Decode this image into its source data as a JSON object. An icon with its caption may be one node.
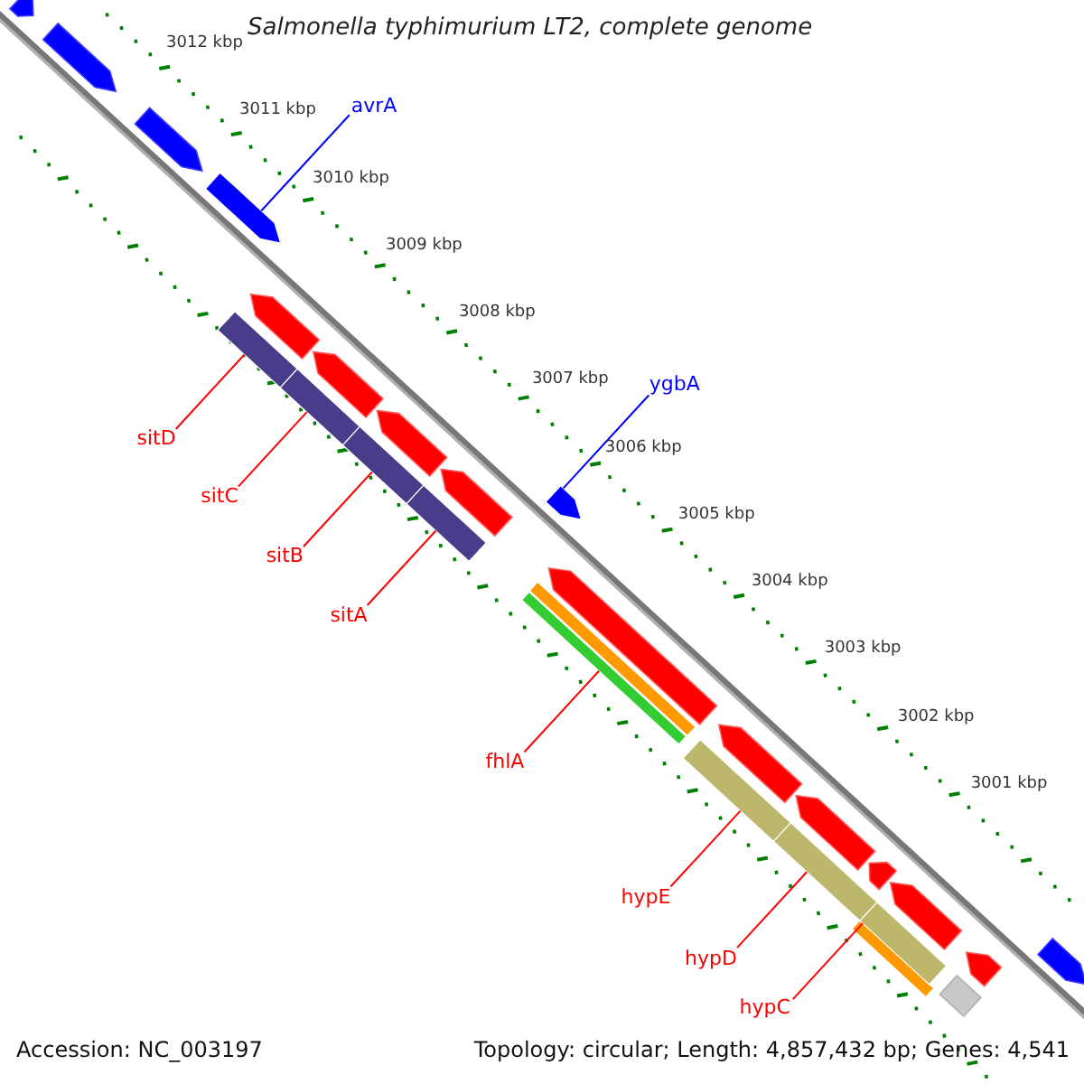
{
  "diagram": {
    "title": "Salmonella typhimurium LT2, complete genome",
    "nodes": [
      {
        "text": [
          "avrA"
        ]
      },
      {
        "text": [
          "ygbA"
        ]
      },
      {
        "text": [
          "sitD"
        ]
      },
      {
        "text": [
          "sitC"
        ]
      },
      {
        "text": [
          "sitB"
        ]
      },
      {
        "text": [
          "sitA"
        ]
      },
      {
        "text": [
          "fhlA"
        ]
      },
      {
        "text": [
          "hypE"
        ]
      },
      {
        "text": [
          "hypD"
        ]
      },
      {
        "text": [
          "hypC"
        ]
      },
      {
        "text": [],
        "shape": "arrow"
      },
      {
        "text": [],
        "shape": "arrow"
      },
      {
        "text": [],
        "shape": "bar"
      },
      {
        "text": [],
        "shape": "bar"
      },
      {
        "text": [],
        "shape": "bar"
      },
      {
        "text": [],
        "shape": "bar"
      },
      {
        "text": [],
        "shape": "bar"
      },
      {
        "text": [],
        "shape": "bar"
      },
      {
        "text": [],
        "shape": "bar"
      },
      {
        "text": [],
        "shape": "bar"
      }
    ],
    "edges": [
      {
        "from": 0,
        "to": 10,
        "arrow": "none",
        "color": "#0000ff"
      },
      {
        "from": 1,
        "to": 11,
        "arrow": "none",
        "color": "#0000ff"
      },
      {
        "from": 2,
        "to": 12,
        "arrow": "none"
      },
      {
        "from": 3,
        "to": 13,
        "arrow": "none"
      },
      {
        "from": 4,
        "to": 14,
        "arrow": "none"
      },
      {
        "from": 5,
        "to": 15,
        "arrow": "none"
      },
      {
        "from": 6,
        "to": 16,
        "arrow": "none"
      },
      {
        "from": 7,
        "to": 17,
        "arrow": "none"
      },
      {
        "from": 8,
        "to": 18,
        "arrow": "none"
      },
      {
        "from": 9,
        "to": 19,
        "arrow": "none"
      }
    ],
    "labels": [
      "3012 kbp",
      "3011 kbp",
      "3010 kbp",
      "3009 kbp",
      "3008 kbp",
      "3007 kbp",
      "3006 kbp",
      "3005 kbp",
      "3004 kbp",
      "3003 kbp",
      "3002 kbp",
      "3001 kbp",
      "Accession: NC_003197",
      "Topology: circular; Length: 4,857,432 bp; Genes: 4,541"
    ]
  }
}
